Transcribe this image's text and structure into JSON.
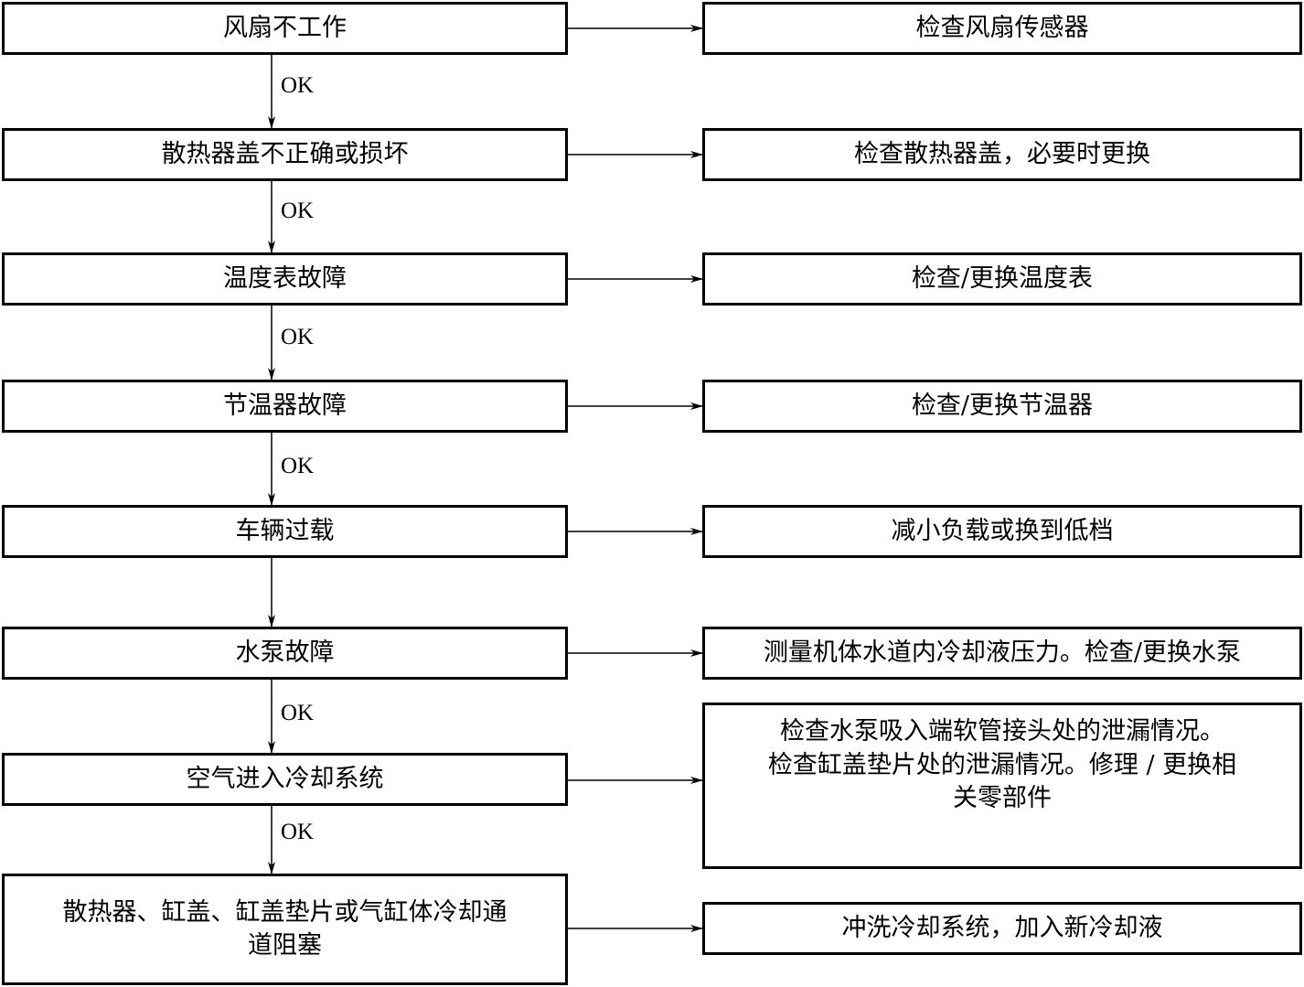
{
  "causes": [
    {
      "text": "风扇不工作"
    },
    {
      "text": "散热器盖不正确或损坏"
    },
    {
      "text": "温度表故障"
    },
    {
      "text": "节温器故障"
    },
    {
      "text": "车辆过载"
    },
    {
      "text": "水泵故障"
    },
    {
      "text": "空气进入冷却系统"
    },
    {
      "text": "散热器、缸盖、缸盖垫片或气缸体冷却通\n道阻塞"
    }
  ],
  "actions": [
    {
      "text": "检查风扇传感器"
    },
    {
      "text": "检查散热器盖，必要时更换"
    },
    {
      "text": "检查/更换温度表"
    },
    {
      "text": "检查/更换节温器"
    },
    {
      "text": "减小负载或换到低档"
    },
    {
      "text": "测量机体水道内冷却液压力。检查/更换水泵"
    },
    {
      "text": "检查水泵吸入端软管接头处的泄漏情况。\n检查缸盖垫片处的泄漏情况。修理 / 更换相\n关零部件"
    },
    {
      "text": "冲洗冷却系统，加入新冷却液"
    }
  ],
  "flow_labels": [
    "OK",
    "OK",
    "OK",
    "OK",
    "",
    "OK",
    "OK"
  ]
}
